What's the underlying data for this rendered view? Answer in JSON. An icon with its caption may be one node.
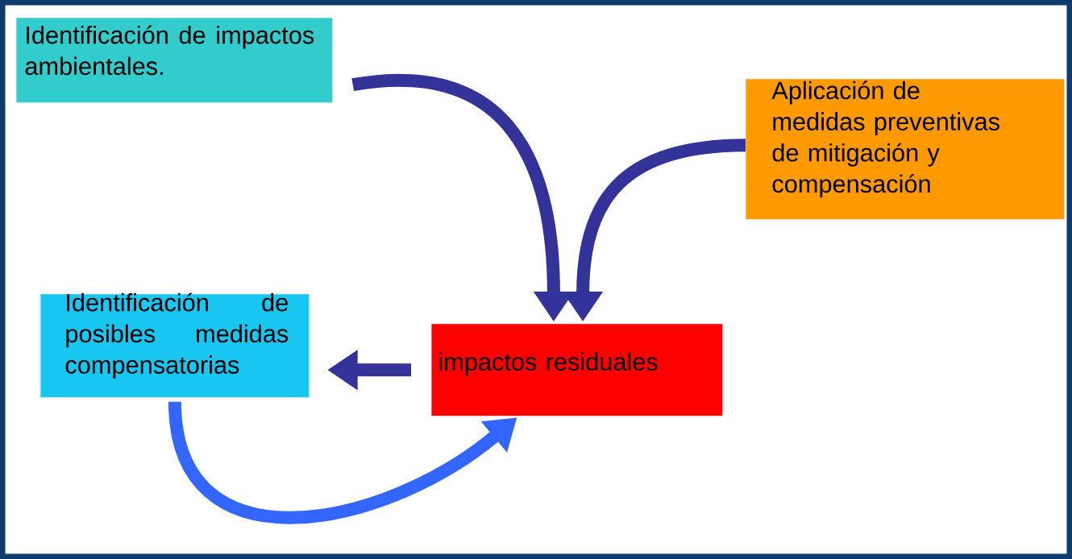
{
  "diagram": {
    "nodes": [
      {
        "text": [
          "Identificación de impactos ambientales."
        ]
      },
      {
        "text": [
          "Aplicación de medidas preventivas de mitigación y compensación"
        ]
      },
      {
        "text": [
          "Identificación de posibles medidas compensatorias"
        ]
      },
      {
        "text": [
          "impactos residuales"
        ]
      }
    ],
    "edges": [
      {
        "from": 0,
        "to": 3,
        "arrow": "to"
      },
      {
        "from": 1,
        "to": 3,
        "arrow": "to"
      },
      {
        "from": 3,
        "to": 2,
        "arrow": "to"
      },
      {
        "from": 2,
        "to": 3,
        "arrow": "to",
        "color": "#3366ff"
      }
    ]
  }
}
